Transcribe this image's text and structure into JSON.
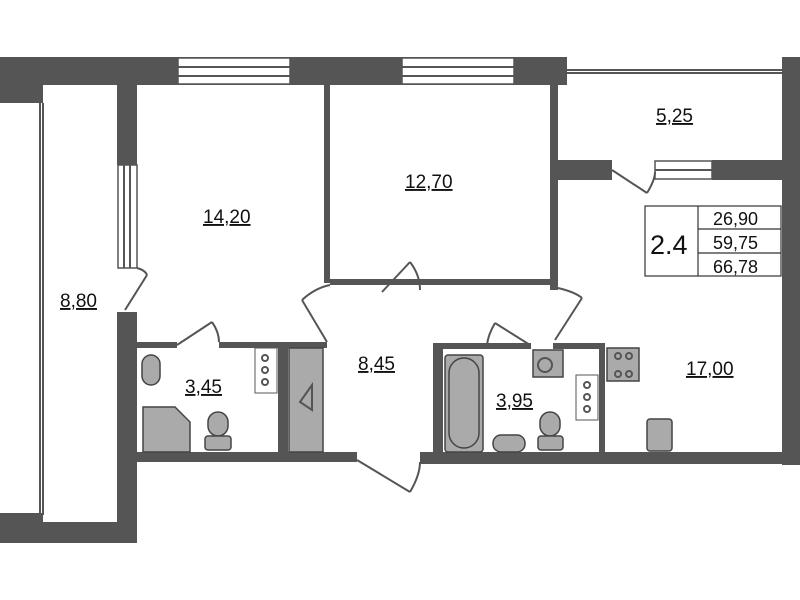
{
  "rooms": {
    "loggia_left": "8,80",
    "bedroom_1": "14,20",
    "bedroom_2": "12,70",
    "balcony": "5,25",
    "hallway": "8,45",
    "bathroom_1": "3,45",
    "bathroom_2": "3,95",
    "kitchen_living": "17,00"
  },
  "summary": {
    "type": "2.4",
    "living_area": "26,90",
    "total_area": "59,75",
    "total_with_balcony": "66,78"
  },
  "colors": {
    "wall": "#555555",
    "fixture": "#aaaaaa"
  }
}
